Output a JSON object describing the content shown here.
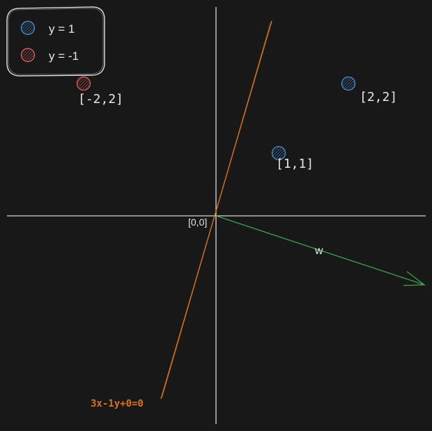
{
  "legend": {
    "items": [
      {
        "label": "y = 1",
        "color": "#4a90d9"
      },
      {
        "label": "y = -1",
        "color": "#e06060"
      }
    ]
  },
  "axes": {
    "origin_label": "[0,0]",
    "axis_color": "#d8d8d8"
  },
  "points": [
    {
      "label": "[-2,2]",
      "x": -2,
      "y": 2,
      "class": "y = -1",
      "color": "#e06060"
    },
    {
      "label": "[2,2]",
      "x": 2,
      "y": 2,
      "class": "y = 1",
      "color": "#4a90d9"
    },
    {
      "label": "[1,1]",
      "x": 1,
      "y": 1,
      "class": "y = 1",
      "color": "#4a90d9"
    }
  ],
  "boundary": {
    "equation": "3x-1y+0=0",
    "color": "#d9731a"
  },
  "weight_vector": {
    "label": "w",
    "x": 3,
    "y": -1,
    "color": "#3fa34d"
  }
}
